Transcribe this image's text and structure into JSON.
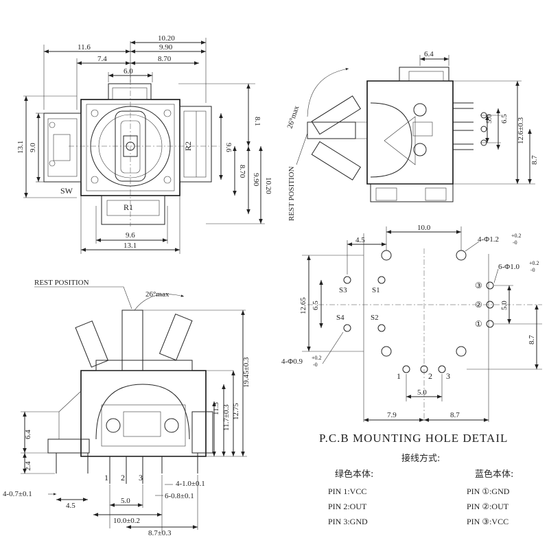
{
  "top_view": {
    "dims_top": [
      "10.20",
      "11.6",
      "9.90",
      "7.4",
      "8.70",
      "6.0"
    ],
    "dims_left": [
      "13.1",
      "9.0"
    ],
    "dims_right": [
      "8.1",
      "9.6",
      "8.70",
      "9.90",
      "10.20"
    ],
    "dims_bottom": [
      "9.6",
      "13.1"
    ],
    "labels": {
      "sw": "SW",
      "r1": "R1",
      "r2": "R2"
    }
  },
  "side_view": {
    "dim_top": "6.4",
    "angle": "26°max",
    "rest": "REST POSITION",
    "dims_right": [
      "5.0",
      "6.5",
      "12.6±0.3",
      "8.7"
    ]
  },
  "front_view": {
    "rest": "REST POSITION",
    "angle": "26°max",
    "dims_right": [
      "11.3",
      "11.7±0.3",
      "12.75",
      "19.45±0.3"
    ],
    "dims_left": [
      "6.4",
      "2.4"
    ],
    "pins": [
      "1",
      "2",
      "3"
    ],
    "dims_bottom": [
      "4-0.7±0.1",
      "4.5",
      "5.0",
      "10.0±0.2",
      "8.7±0.3",
      "4-1.0±0.1",
      "6-0.8±0.1"
    ]
  },
  "pcb": {
    "dims": [
      "10.0",
      "4.5",
      "12.65",
      "6.5",
      "5.0",
      "8.7",
      "5.0",
      "7.9",
      "8.7"
    ],
    "hole_a": "4-Φ1.2",
    "hole_a_tol": "+0.2",
    "hole_a_tol2": "-0",
    "hole_b": "6-Φ1.0",
    "hole_b_tol": "+0.2",
    "hole_b_tol2": "-0",
    "hole_c": "4-Φ0.9",
    "hole_c_tol": "+0.2",
    "hole_c_tol2": "-0",
    "switch_labels": [
      "S3",
      "S1",
      "S4",
      "S2"
    ],
    "circled": [
      "③",
      "②",
      "①"
    ],
    "pin_labels": [
      "1",
      "2",
      "3"
    ],
    "title": "P.C.B MOUNTING HOLE DETAIL"
  },
  "wiring": {
    "heading": "接线方式:",
    "green_title": "绿色本体:",
    "blue_title": "蓝色本体:",
    "green_pins": [
      "PIN 1:VCC",
      "PIN 2:OUT",
      "PIN 3:GND"
    ],
    "blue_pins": [
      "PIN ①:GND",
      "PIN ②:OUT",
      "PIN ③:VCC"
    ]
  }
}
